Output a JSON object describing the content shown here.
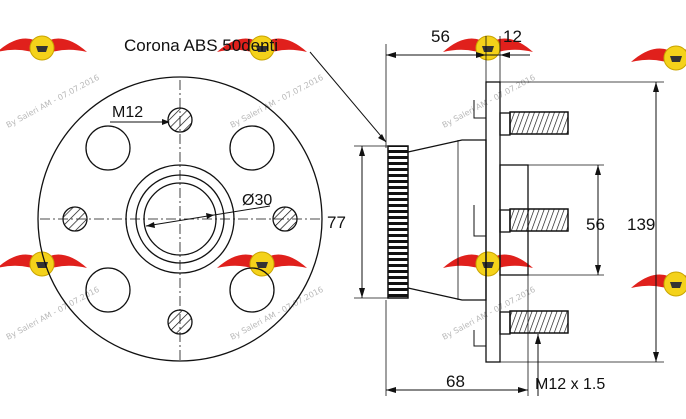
{
  "drawing": {
    "front_view": {
      "thread_label": "M12",
      "bore_label": "Ø30"
    },
    "side_view": {
      "abs_ring_label": "Corona ABS 50denti",
      "dim_width_flange": "56",
      "dim_flange_thickness": "12",
      "dim_abs_diameter": "77",
      "dim_pilot_diameter": "56",
      "dim_flange_diameter": "139",
      "dim_total_length": "68",
      "stud_thread_label": "M12 x 1.5"
    }
  },
  "watermark": {
    "text": "By Saleri AM - 07.07.2016",
    "logo_color": "#e0201c",
    "badge_color": "#f4d21a"
  },
  "colors": {
    "line": "#111111"
  }
}
